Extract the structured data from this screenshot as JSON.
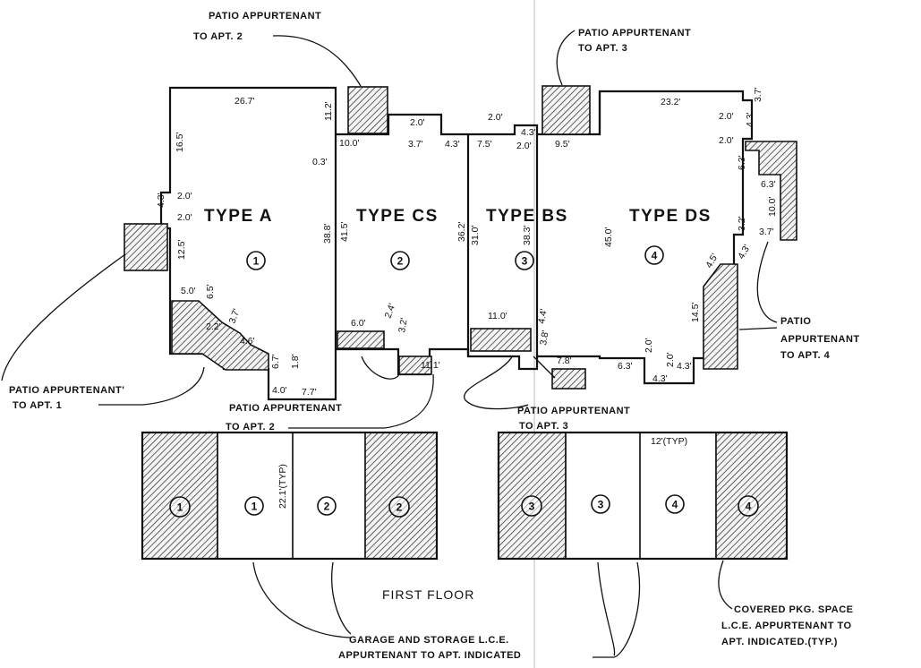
{
  "labels": {
    "patio_apt2_top": [
      "PATIO APPURTENANT",
      "TO APT. 2"
    ],
    "patio_apt3_top": [
      "PATIO APPURTENANT",
      "TO APT. 3"
    ],
    "patio_apt4": [
      "PATIO",
      "APPURTENANT",
      "TO APT. 4"
    ],
    "patio_apt1": [
      "PATIO APPURTENANT'",
      "TO APT. 1"
    ],
    "patio_apt2_bottom": [
      "PATIO APPURTENANT",
      "TO APT. 2"
    ],
    "patio_apt3_bottom": [
      "PATIO APPURTENANT",
      "TO APT. 3"
    ],
    "covered_pkg": [
      "COVERED PKG. SPACE",
      "L.C.E. APPURTENANT TO",
      "APT. INDICATED.(TYP.)"
    ],
    "garage_storage": [
      "GARAGE AND STORAGE L.C.E.",
      "APPURTENANT TO APT. INDICATED"
    ],
    "floor_title": "FIRST FLOOR"
  },
  "units": [
    {
      "type": "TYPE A",
      "number": "1"
    },
    {
      "type": "TYPE CS",
      "number": "2"
    },
    {
      "type": "TYPE BS",
      "number": "3"
    },
    {
      "type": "TYPE DS",
      "number": "4"
    }
  ],
  "dimensions": {
    "a_top": "26.7'",
    "a_left_upper": "16.5'",
    "a_step": "2.0'",
    "a_side": "4.3'",
    "a_step2": "2.0'",
    "a_left_lower": "12.5'",
    "a_right_upper": "11.2'",
    "a_offset": "0.3'",
    "a_right": "38.8'",
    "a_corner": "5.0'",
    "a_corner_v": "6.5'",
    "a_diag1": "2.2'",
    "a_diag2": "3.7'",
    "a_diag3": "4.6'",
    "a_low1": "6.7'",
    "a_low2": "1.8'",
    "a_bot1": "4.0'",
    "a_bot2": "7.7'",
    "cs_top": "10.0'",
    "cs_notch_w": "2.0'",
    "cs_notch_b": "3.7'",
    "cs_notch_h": "4.3'",
    "cs_left": "41.5'",
    "cs_right": "36.2'",
    "cs_bottom": "6.0'",
    "cs_diag": "2.4'",
    "cs_diag2": "3.2'",
    "cs_bot2": "11.1'",
    "bs_top": "7.5'",
    "bs_notch": "2.0'",
    "bs_notch_h": "4.3'",
    "bs_notch_b": "2.0'",
    "bs_top2": "9.5'",
    "bs_left": "31.0'",
    "bs_right": "38.3'",
    "bs_bottom": "11.0'",
    "bs_diag": "4.4'",
    "bs_diag2": "3.8'",
    "bs_bot2": "7.8'",
    "ds_top": "23.2'",
    "ds_r1": "3.7'",
    "ds_r2": "2.0'",
    "ds_r3": "4.3'",
    "ds_r4": "2.0'",
    "ds_r5": "6.3'",
    "ds_r6": "6.3'",
    "ds_r7": "10.0'",
    "ds_r8": "3.7'",
    "ds_r9": "3.2'",
    "ds_r10": "4.5'",
    "ds_r11": "4.3'",
    "ds_left": "45.0'",
    "ds_r12": "14.5'",
    "ds_bot1": "6.3'",
    "ds_bot2": "2.0'",
    "ds_bot3": "2.0'",
    "ds_bot4": "4.3'",
    "ds_bot5": "4.3'",
    "garage_depth": "22.1'(TYP)",
    "garage_width": "12'(TYP)"
  },
  "garages_left": [
    "1",
    "1",
    "2",
    "2"
  ],
  "garages_right": [
    "3",
    "3",
    "4",
    "4"
  ]
}
